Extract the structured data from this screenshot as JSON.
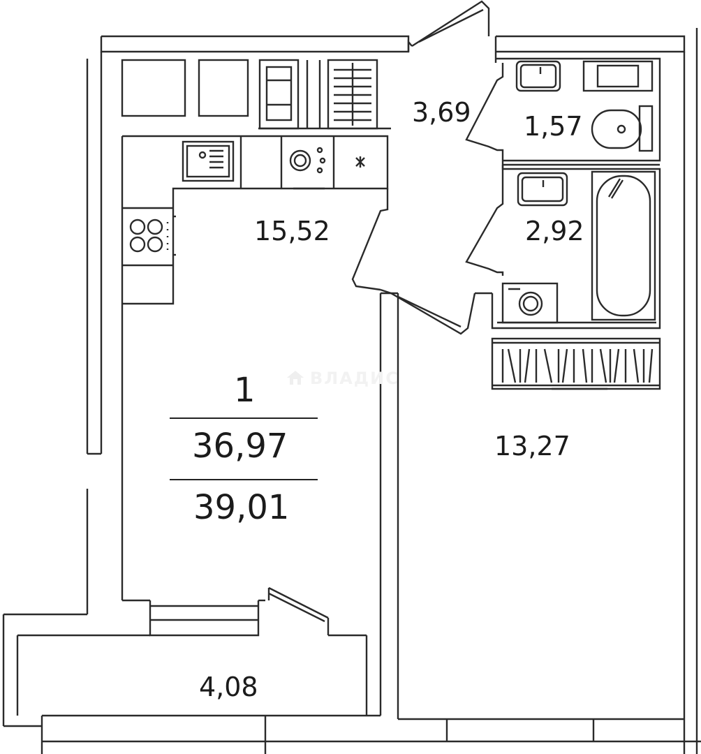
{
  "plan": {
    "rooms": [
      {
        "id": "hall",
        "area": "3,69"
      },
      {
        "id": "toilet",
        "area": "1,57"
      },
      {
        "id": "bathroom",
        "area": "2,92"
      },
      {
        "id": "kitchen-living",
        "area": "15,52"
      },
      {
        "id": "bedroom",
        "area": "13,27"
      },
      {
        "id": "balcony",
        "area": "4,08"
      }
    ],
    "summary": {
      "rooms_count": "1",
      "living_area": "36,97",
      "total_area": "39,01"
    },
    "watermark": "ВЛАДИС"
  },
  "colors": {
    "wall": "#2a2a2a",
    "line": "#333333",
    "background": "#ffffff",
    "watermark": "#f0f0f0"
  }
}
